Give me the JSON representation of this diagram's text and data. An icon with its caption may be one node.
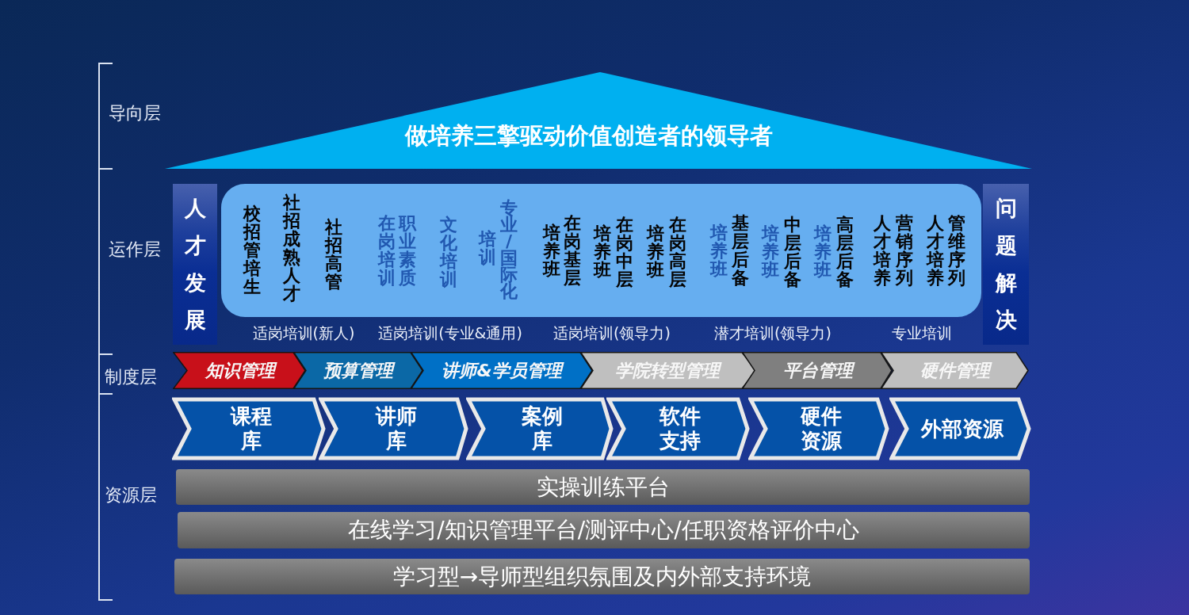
{
  "diagram": {
    "nodes": [
      {
        "text": [
          "做培养三擎驱动价值创造者的领导者"
        ]
      },
      {
        "text": [
          "人才发展"
        ]
      },
      {
        "text": [
          "校招管培生",
          "社招成熟人才",
          "社招高管",
          "职业素质",
          "在岗培训",
          "文化培训",
          "专业/国际化",
          "培训",
          "在岗基层",
          "培养班",
          "在岗中层",
          "培养班",
          "在岗高层",
          "培养班",
          "基层后备",
          "培养班",
          "中层后备",
          "培养班",
          "高层后备",
          "培养班",
          "营销序列",
          "人才培养",
          "管维序列",
          "人才培养"
        ],
        "beside": [
          "适岗培训(新人)",
          "适岗培训(专业&通用)",
          "适岗培训(领导力)",
          "潜才培训(领导力)",
          "专业培训"
        ]
      },
      {
        "text": [
          "问题解决"
        ]
      },
      {
        "text": [
          "知识管理"
        ]
      },
      {
        "text": [
          "预算管理"
        ]
      },
      {
        "text": [
          "讲师&学员管理"
        ]
      },
      {
        "text": [
          "学院转型管理"
        ]
      },
      {
        "text": [
          "平台管理"
        ]
      },
      {
        "text": [
          "硬件管理"
        ]
      },
      {
        "text": [
          "课程库"
        ]
      },
      {
        "text": [
          "讲师库"
        ]
      },
      {
        "text": [
          "案例库"
        ]
      },
      {
        "text": [
          "软件支持"
        ]
      },
      {
        "text": [
          "硬件资源"
        ]
      },
      {
        "text": [
          "外部资源"
        ]
      },
      {
        "text": [
          "实操训练平台"
        ]
      },
      {
        "text": [
          "在线学习/知识管理平台/测评中心/任职资格评价中心"
        ]
      },
      {
        "text": [
          "学习型→导师型组织氛围及内外部支持环境"
        ]
      }
    ],
    "labels": [
      "导向层",
      "运作层",
      "制度层",
      "资源层"
    ]
  }
}
